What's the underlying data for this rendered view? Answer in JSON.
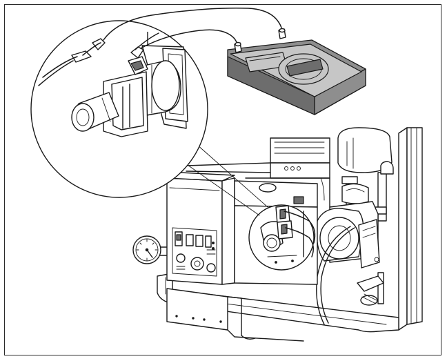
{
  "figure": {
    "subject": "boiler-ignition-electrode-test-with-multimeter",
    "components": [
      "multimeter",
      "probe-leads",
      "magnifier-inset",
      "ignition-electrode",
      "control-panel",
      "pressure-gauge",
      "pump",
      "expansion-vessel",
      "boiler-frame"
    ]
  },
  "colors": {
    "line": "#1a1a1a",
    "meter_body": "#8e8e8e",
    "meter_face": "#c6c6c6",
    "background": "#ffffff"
  }
}
